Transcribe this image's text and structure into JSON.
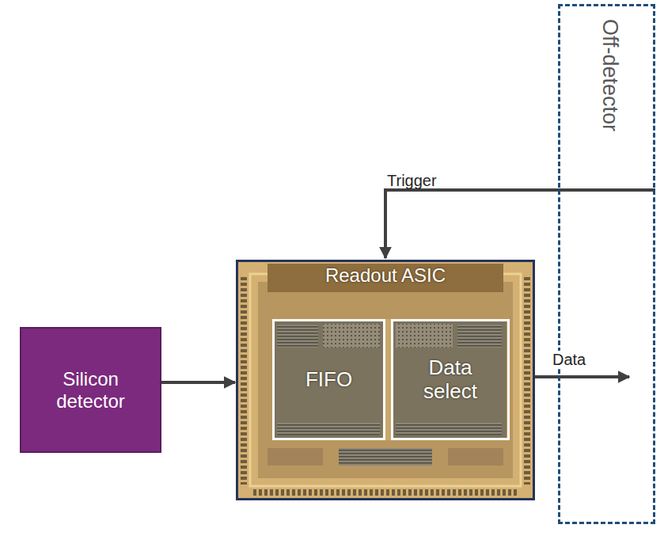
{
  "diagram": {
    "nodes": [
      {
        "text": [
          "Silicon detector"
        ]
      },
      {
        "text": [
          "Readout ASIC"
        ]
      },
      {
        "text": [
          "FIFO"
        ],
        "in": 1
      },
      {
        "text": [
          "Data select"
        ],
        "in": 1
      },
      {
        "text": [
          "Off-detector"
        ]
      }
    ],
    "edges": [
      {
        "from": 0,
        "to": 1,
        "arrow": "to"
      },
      {
        "from": 4,
        "to": 1,
        "label": "Trigger",
        "arrow": "to"
      },
      {
        "from": 1,
        "to": 4,
        "label": "Data",
        "arrow": "to"
      }
    ]
  }
}
